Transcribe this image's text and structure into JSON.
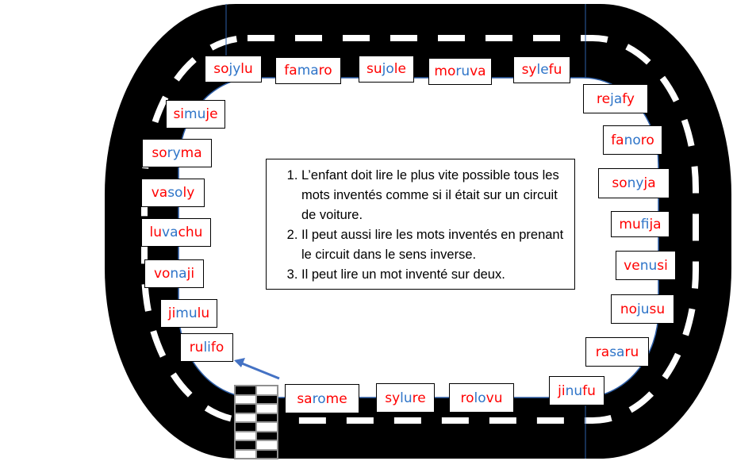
{
  "colors": {
    "track": "#000000",
    "odd_syllable": "#ff0000",
    "even_syllable": "#2e74c8",
    "arrow": "#4472c4"
  },
  "words": [
    {
      "id": "sojylu",
      "syllables": [
        "so",
        "jy",
        "lu"
      ]
    },
    {
      "id": "famaro",
      "syllables": [
        "fa",
        "ma",
        "ro"
      ]
    },
    {
      "id": "sujole",
      "syllables": [
        "su",
        "jo",
        "le"
      ]
    },
    {
      "id": "moruva",
      "syllables": [
        "mo",
        "ru",
        "va"
      ]
    },
    {
      "id": "sylefu",
      "syllables": [
        "sy",
        "le",
        "fu"
      ]
    },
    {
      "id": "rejafy",
      "syllables": [
        "re",
        "ja",
        "fy"
      ]
    },
    {
      "id": "fanoro",
      "syllables": [
        "fa",
        "no",
        "ro"
      ]
    },
    {
      "id": "sonyja",
      "syllables": [
        "so",
        "ny",
        "ja"
      ]
    },
    {
      "id": "mufija",
      "syllables": [
        "mu",
        "fi",
        "ja"
      ]
    },
    {
      "id": "venusi",
      "syllables": [
        "ve",
        "nu",
        "si"
      ]
    },
    {
      "id": "nojusu",
      "syllables": [
        "no",
        "ju",
        "su"
      ]
    },
    {
      "id": "rasaru",
      "syllables": [
        "ra",
        "sa",
        "ru"
      ]
    },
    {
      "id": "jinufu",
      "syllables": [
        "ji",
        "nu",
        "fu"
      ]
    },
    {
      "id": "rolovu",
      "syllables": [
        "ro",
        "lo",
        "vu"
      ]
    },
    {
      "id": "sylure",
      "syllables": [
        "sy",
        "lu",
        "re"
      ]
    },
    {
      "id": "sarome",
      "syllables": [
        "sa",
        "ro",
        "me"
      ]
    },
    {
      "id": "rulifo",
      "syllables": [
        "ru",
        "li",
        "fo"
      ]
    },
    {
      "id": "jimulu",
      "syllables": [
        "ji",
        "mu",
        "lu"
      ]
    },
    {
      "id": "vonaji",
      "syllables": [
        "vo",
        "na",
        "ji"
      ]
    },
    {
      "id": "luvachu",
      "syllables": [
        "lu",
        "va",
        "chu"
      ]
    },
    {
      "id": "vasoly",
      "syllables": [
        "va",
        "so",
        "ly"
      ]
    },
    {
      "id": "soryma",
      "syllables": [
        "so",
        "ry",
        "ma"
      ]
    },
    {
      "id": "simuje",
      "syllables": [
        "si",
        "mu",
        "je"
      ]
    }
  ],
  "instructions": [
    "L’enfant doit lire le plus vite possible tous les mots inventés comme si il était sur un circuit de voiture.",
    "Il peut aussi lire les mots inventés en prenant le circuit dans le sens inverse.",
    "Il peut lire un mot inventé sur deux."
  ]
}
